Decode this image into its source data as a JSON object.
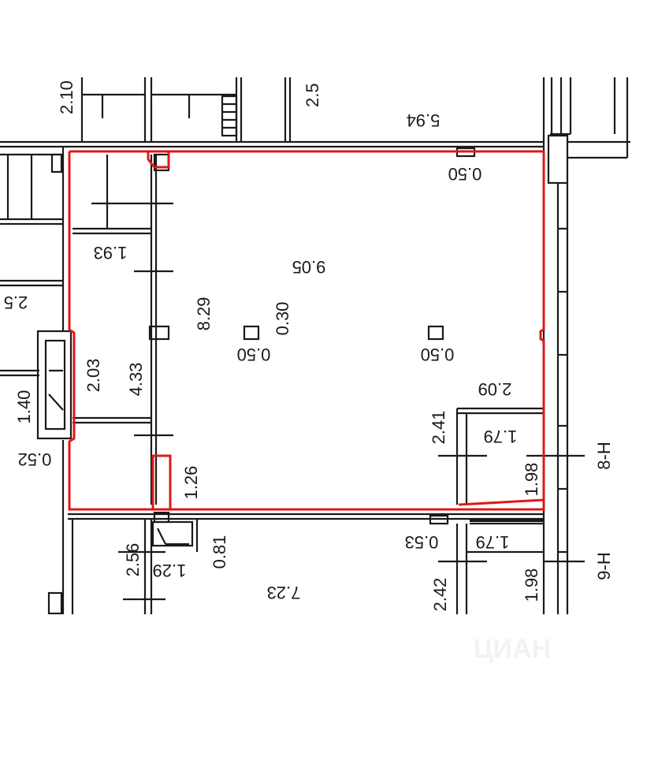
{
  "colors": {
    "outline": "#e01818",
    "walls": "#1a1a1a",
    "background": "#ffffff"
  },
  "labels": {
    "top_partial": "2.10",
    "top_25": "2.5",
    "top_594": "5.94",
    "room_050_top": "0.50",
    "room_193": "1.93",
    "room_905": "9.05",
    "left_25": "2.5",
    "room_829": "8.29",
    "room_030": "0.30",
    "room_050_left": "0.50",
    "room_050_right": "0.50",
    "room_209": "2.09",
    "left_203": "2.03",
    "left_433": "4.33",
    "left_140": "1.40",
    "left_052": "0.52",
    "room_241": "2.41",
    "room_179_top": "1.79",
    "axis_8": "8-H",
    "room_198_top": "1.98",
    "room_126": "1.26",
    "bottom_256": "2.56",
    "bottom_081": "0.81",
    "bottom_053": "0.53",
    "bottom_179": "1.79",
    "bottom_129": "1.29",
    "bottom_723": "7.23",
    "bottom_242": "2.42",
    "bottom_198": "1.98",
    "axis_9": "9-H",
    "watermark": "ЦИАН"
  }
}
